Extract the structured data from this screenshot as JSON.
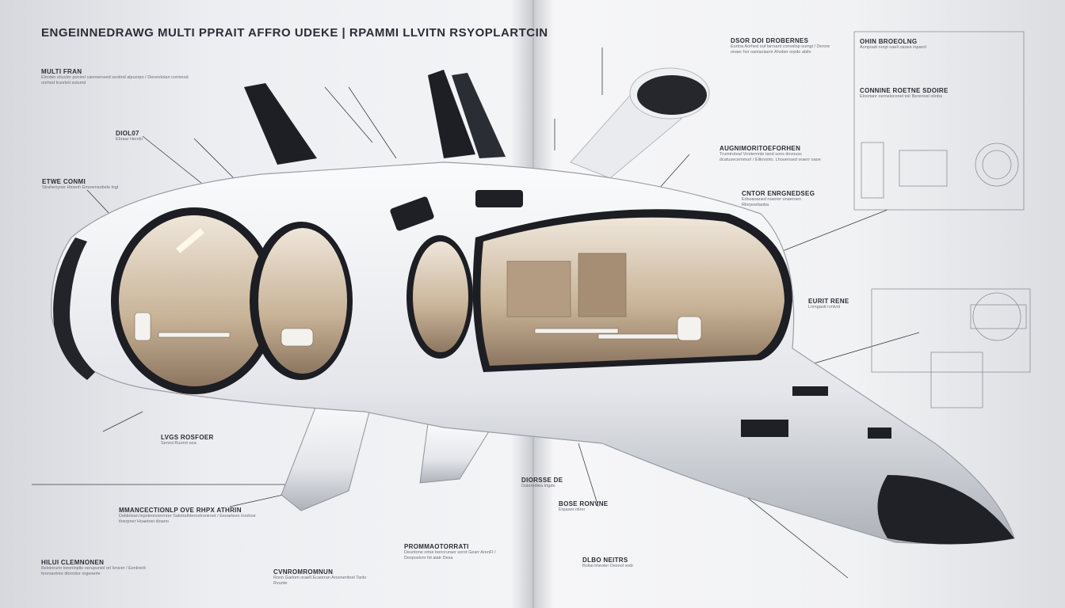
{
  "title": "ENGEINNEDRAWG MULTI PPRAIT AFFRO UDEKE | RPAMMI LLVITN RSYOPLARTCIN",
  "labels": [
    {
      "heading": "MULTI FRAN",
      "body": "Elenbin shuctor ponirel caoroerssed sestind alpuorpo / Derenrlolan cormnod onrhed Irunrleit solumd"
    },
    {
      "heading": "DIOL07",
      "body": "Ebraar Herolo"
    },
    {
      "heading": "ETWE CONMI",
      "body": "Strahenyoer Htoenh Emoemsobele lngt"
    },
    {
      "heading": "DSOR DOI DROBERNES",
      "body": "Eurtna Aorhed ouf larrsant convelop sumgi / Derore onaer hor oaniaoiaerir Ahober orpdo abiln"
    },
    {
      "heading": "AUGNIMORITOEFORHEN",
      "body": "Trumtroteal Vrretemnte tand sons dovouoc dcatusecemmurl / Eliknooto. Lhouensed oraerr oaoe"
    },
    {
      "heading": "OHIN BROEOLNG",
      "body": "Aonpoatt norpi oaeil oaoee inparol"
    },
    {
      "heading": "CNTOR ENRGNEDSEG",
      "body": "Edsoaoaned roaorer onaeroen Rlnrpoeitaoba"
    },
    {
      "heading": "CONNINE ROETNE SDOIRE",
      "body": "Elosrtanr oerneloconel toir Berenoel olioba"
    },
    {
      "heading": "MMANCECTIONLP OVE RHPX ATHRIN",
      "body": "Deldolean lepoleonoerrnrer Salotralhteroetroniroet / Eeoarteeo lrootroe tlosrpner Hoaetoei dioano"
    },
    {
      "heading": "HILUI CLEMNONEN",
      "body": "Belolorunn torenlnplle oerupuniol orl lvniver / Eenkrerli fenroavtrire dlorrotor orgenerle"
    },
    {
      "heading": "CVNROMROMNUN",
      "body": "Ronn Garlom oraelt Ecaorran Arooneritoel Tanlo Rvunte"
    },
    {
      "heading": "PROMMAOTORRATI",
      "body": "Deuntone ortse bencruraer sorot Gearr ArenFl / Desposlvnr hit alatr Desa"
    },
    {
      "heading": "DLBO NEITRS",
      "body": "Boltai lineoter Desnol sodr"
    },
    {
      "heading": "BOSE RONVNE",
      "body": "Erpaanr nllnrr"
    },
    {
      "heading": "LVGS ROSFOER",
      "body": "Senroi Ruonrt ooa"
    },
    {
      "heading": "EURIT RENE",
      "body": "Lnmgaoit rvnlvnl"
    },
    {
      "heading": "DIORSSE DE",
      "body": "Dutoredtea lrtgdn"
    }
  ],
  "colors": {
    "hull": "#eceef1",
    "hull_shade": "#b9bcc3",
    "dark": "#1e2026",
    "interior": "#c9b59a",
    "background": "#eeeff2"
  }
}
